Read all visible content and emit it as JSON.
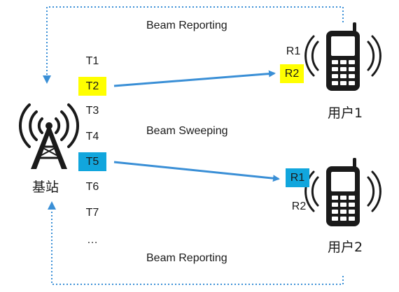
{
  "diagram": {
    "top_label": "Beam Reporting",
    "middle_label": "Beam Sweeping",
    "bottom_label": "Beam Reporting",
    "base_station": {
      "label": "基站"
    },
    "transmit_beams": [
      "T1",
      "T2",
      "T3",
      "T4",
      "T5",
      "T6",
      "T7",
      "…"
    ],
    "user1": {
      "label": "用户1",
      "receive_beams": [
        "R1",
        "R2"
      ]
    },
    "user2": {
      "label": "用户2",
      "receive_beams": [
        "R1",
        "R2"
      ]
    },
    "colors": {
      "highlight_user1": "#ffff00",
      "highlight_user2": "#11a6dd",
      "arrow": "#3a8fd6",
      "dotted_link": "#3a8fd6",
      "device": "#1a1a1a"
    },
    "icons": [
      "antenna-tower-icon",
      "mobile-phone-icon",
      "mobile-phone-icon"
    ]
  }
}
